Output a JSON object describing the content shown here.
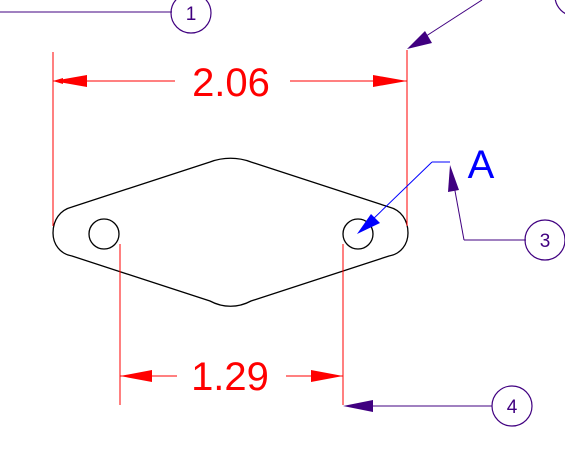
{
  "dimensions": {
    "overall_width": "2.06",
    "hole_spacing": "1.29"
  },
  "label": {
    "text": "A"
  },
  "balloons": [
    {
      "number": "1"
    },
    {
      "number": "3"
    },
    {
      "number": "4"
    }
  ],
  "colors": {
    "dimension": "#ff0000",
    "outline": "#000000",
    "leader": "#400080",
    "label": "#0000ff",
    "background": "#ffffff"
  }
}
